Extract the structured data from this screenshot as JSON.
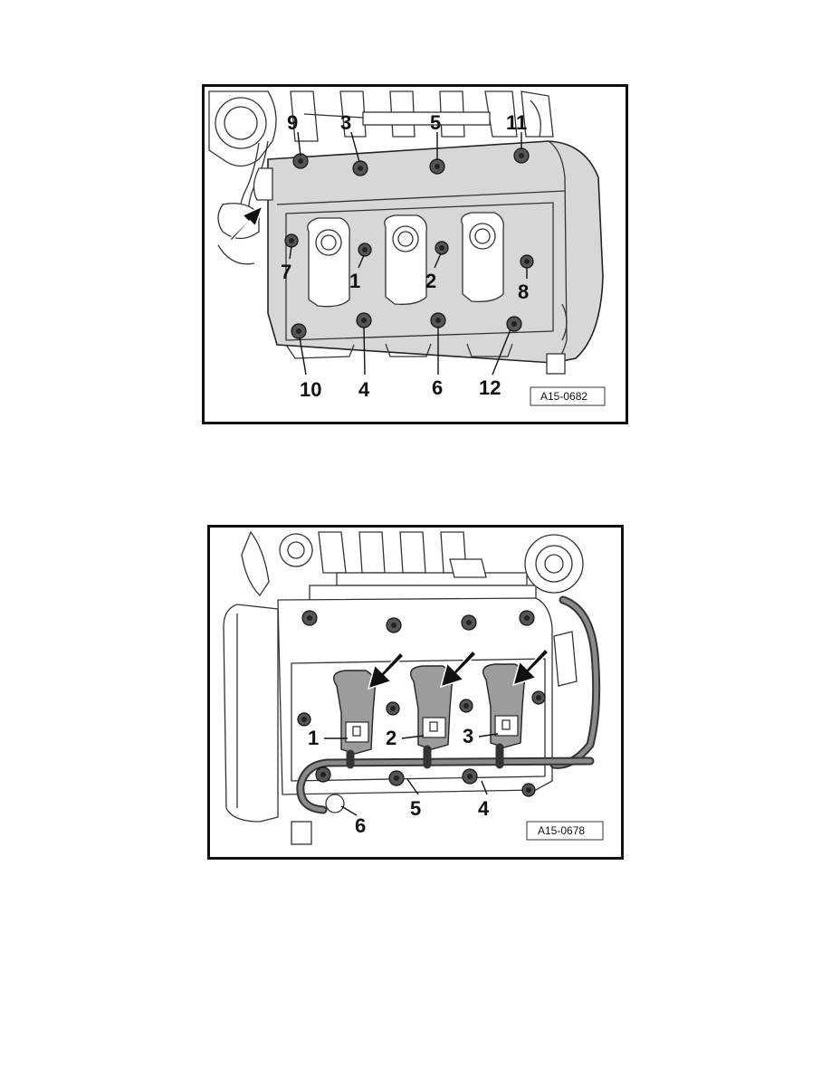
{
  "figures": [
    {
      "code": "A15-0682",
      "callouts": [
        "9",
        "3",
        "5",
        "11",
        "7",
        "1",
        "2",
        "8",
        "10",
        "4",
        "6",
        "12"
      ]
    },
    {
      "code": "A15-0678",
      "callouts": [
        "1",
        "2",
        "3",
        "5",
        "4",
        "6"
      ]
    }
  ],
  "icons": [
    "arrow-icon",
    "bolt-icon",
    "ignition-coil-icon"
  ]
}
